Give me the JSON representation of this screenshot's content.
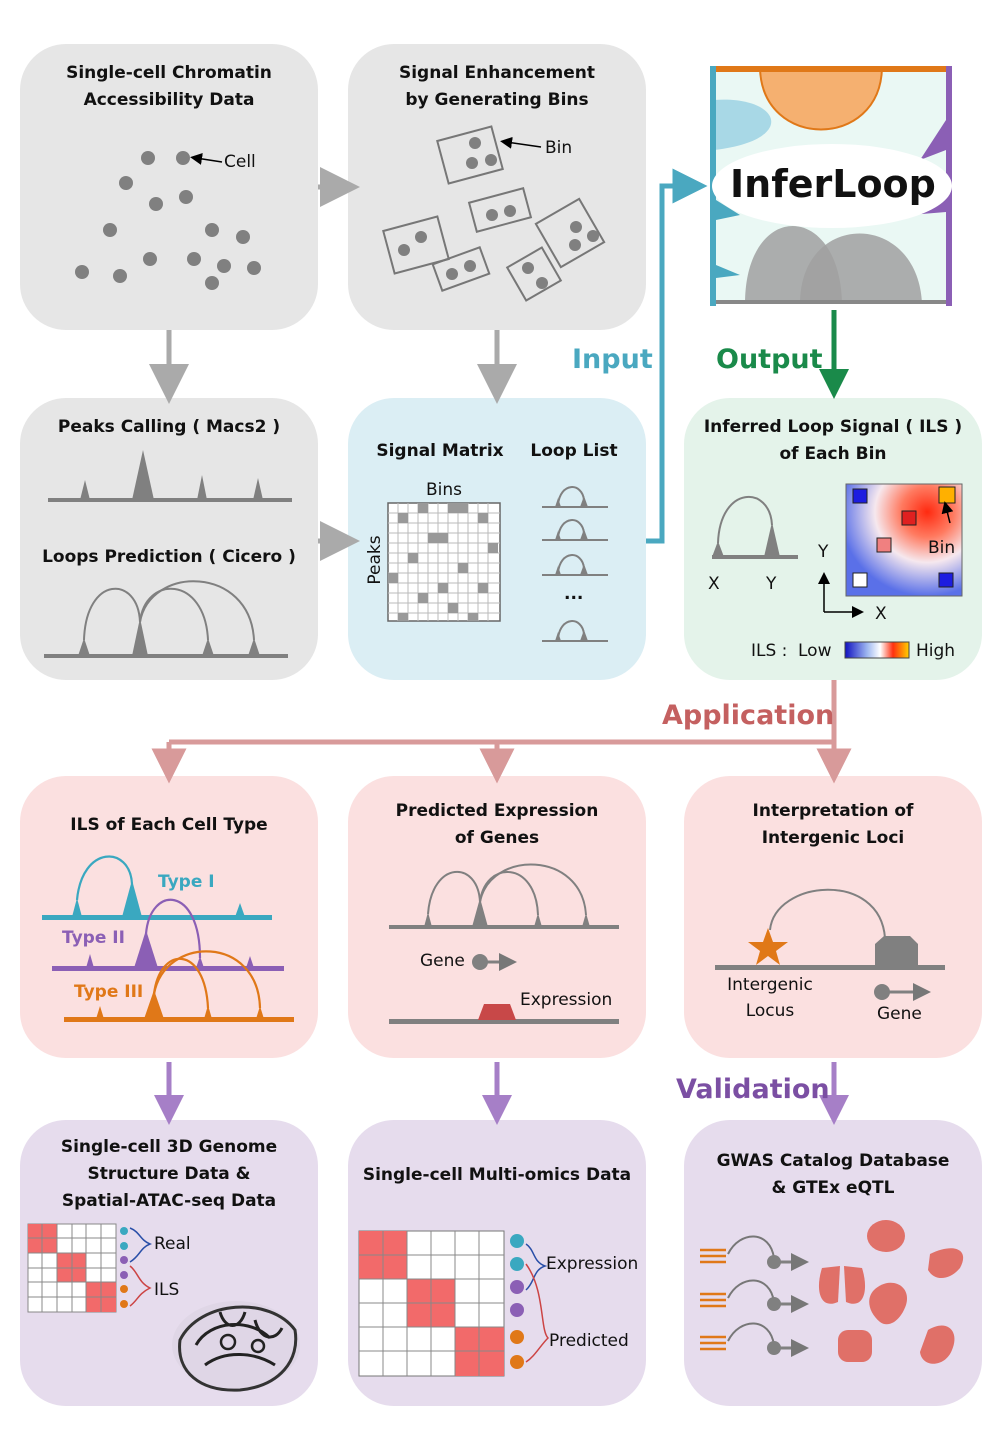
{
  "panels": {
    "sc_data": {
      "title": "Single-cell Chromatin\nAccessibility Data",
      "cell_label": "Cell"
    },
    "bins": {
      "title": "Signal Enhancement\nby Generating Bins",
      "bin_label": "Bin"
    },
    "peaks": {
      "title1": "Peaks Calling ( Macs2 )",
      "title2": "Loops Prediction ( Cicero )"
    },
    "signal": {
      "title_matrix": "Signal Matrix",
      "title_loops": "Loop List",
      "bins_label": "Bins",
      "peaks_label": "Peaks",
      "ellipsis": "..."
    },
    "ils": {
      "title": "Inferred Loop Signal ( ILS )\nof Each Bin",
      "x": "X",
      "y": "Y",
      "axis_y": "Y",
      "axis_x": "X",
      "bin_label": "Bin",
      "scale_label": "ILS :",
      "low": "Low",
      "high": "High"
    },
    "celltype": {
      "title": "ILS of Each Cell Type",
      "type1": "Type I",
      "type2": "Type II",
      "type3": "Type III"
    },
    "expression": {
      "title": "Predicted Expression\nof Genes",
      "gene": "Gene",
      "expression": "Expression"
    },
    "intergenic": {
      "title": "Interpretation of\nIntergenic Loci",
      "locus": "Intergenic\nLocus",
      "gene": "Gene"
    },
    "sc3d": {
      "title": "Single-cell 3D Genome\nStructure Data &\nSpatial-ATAC-seq Data",
      "real": "Real",
      "ils": "ILS"
    },
    "multiomics": {
      "title": "Single-cell  Multi-omics Data",
      "expression": "Expression",
      "predicted": "Predicted"
    },
    "gwas": {
      "title": "GWAS Catalog Database\n& GTEx eQTL"
    }
  },
  "flow": {
    "input": "Input",
    "output": "Output",
    "application": "Application",
    "validation": "Validation"
  },
  "logo": {
    "name": "InferLoop"
  },
  "colors": {
    "input": "#4aa8c0",
    "output": "#1a8a4a",
    "application": "#c46060",
    "validation": "#7b4fa3",
    "type1": "#3aa8c0",
    "type2": "#8b5fb5",
    "type3": "#e07818"
  }
}
